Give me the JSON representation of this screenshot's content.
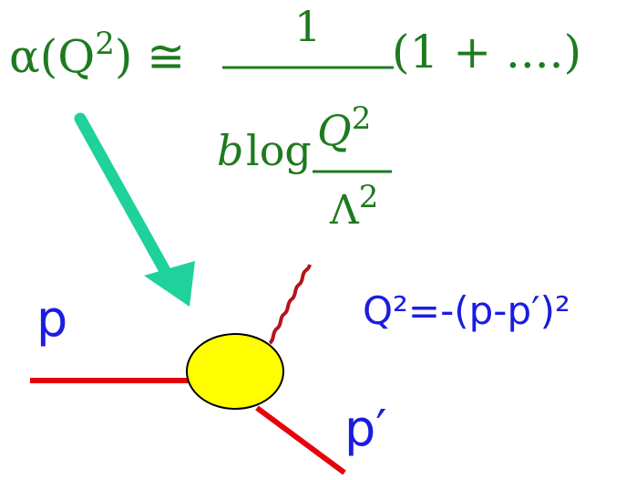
{
  "formula": {
    "lhs": "α(Q",
    "lhs_sup": "2",
    "lhs_close": ") ≅",
    "numerator": "1",
    "tail": "(1 + ....)",
    "den_b": "b",
    "den_log": "log",
    "den_q": "Q",
    "den_q_sup": "2",
    "den_lambda": "Λ",
    "den_lambda_sup": "2"
  },
  "labels": {
    "p": "p",
    "p_prime": "p′",
    "q2_relation": "Q²=-(p-p′)²"
  },
  "colors": {
    "formula": "#1f7a1f",
    "arrow": "#1fd19a",
    "proton_lines": "#e8000b",
    "photon": "#b3161b",
    "vertex_fill": "#ffff00",
    "labels": "#1c1ce0"
  }
}
